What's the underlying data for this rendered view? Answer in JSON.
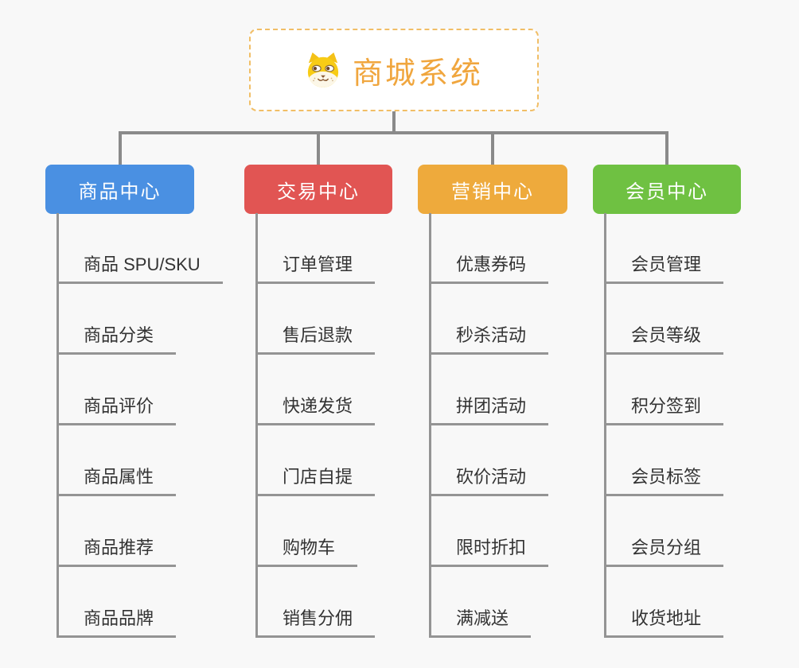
{
  "page": {
    "background": "#f8f8f8"
  },
  "root": {
    "label": "商城系统",
    "icon": "dog-face-icon",
    "text_color": "#f0a63e",
    "border_color": "#f1be66"
  },
  "connectors": {
    "tree_line_color": "#8a8a8a",
    "leaf_line_color": "#949494"
  },
  "branches": [
    {
      "label": "商品中心",
      "color": "#4a90e2",
      "items": [
        "商品 SPU/SKU",
        "商品分类",
        "商品评价",
        "商品属性",
        "商品推荐",
        "商品品牌"
      ]
    },
    {
      "label": "交易中心",
      "color": "#e15553",
      "items": [
        "订单管理",
        "售后退款",
        "快递发货",
        "门店自提",
        "购物车",
        "销售分佣"
      ]
    },
    {
      "label": "营销中心",
      "color": "#eeaa3c",
      "items": [
        "优惠券码",
        "秒杀活动",
        "拼团活动",
        "砍价活动",
        "限时折扣",
        "满减送"
      ]
    },
    {
      "label": "会员中心",
      "color": "#6fc142",
      "items": [
        "会员管理",
        "会员等级",
        "积分签到",
        "会员标签",
        "会员分组",
        "收货地址"
      ]
    }
  ]
}
